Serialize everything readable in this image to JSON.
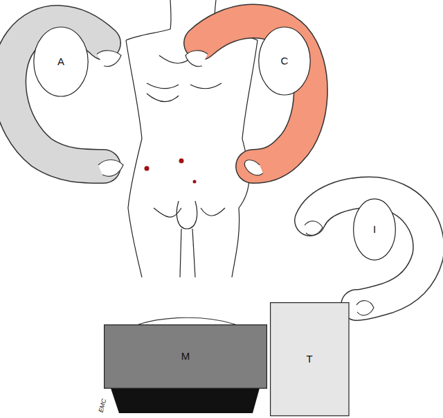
{
  "diagram": {
    "nodes": [
      {
        "text": [
          "A"
        ]
      },
      {
        "text": [
          "C"
        ]
      },
      {
        "text": [
          "I"
        ]
      },
      {
        "text": [
          "M"
        ]
      },
      {
        "text": [
          "T"
        ]
      }
    ],
    "labels": [
      "EMC"
    ]
  }
}
